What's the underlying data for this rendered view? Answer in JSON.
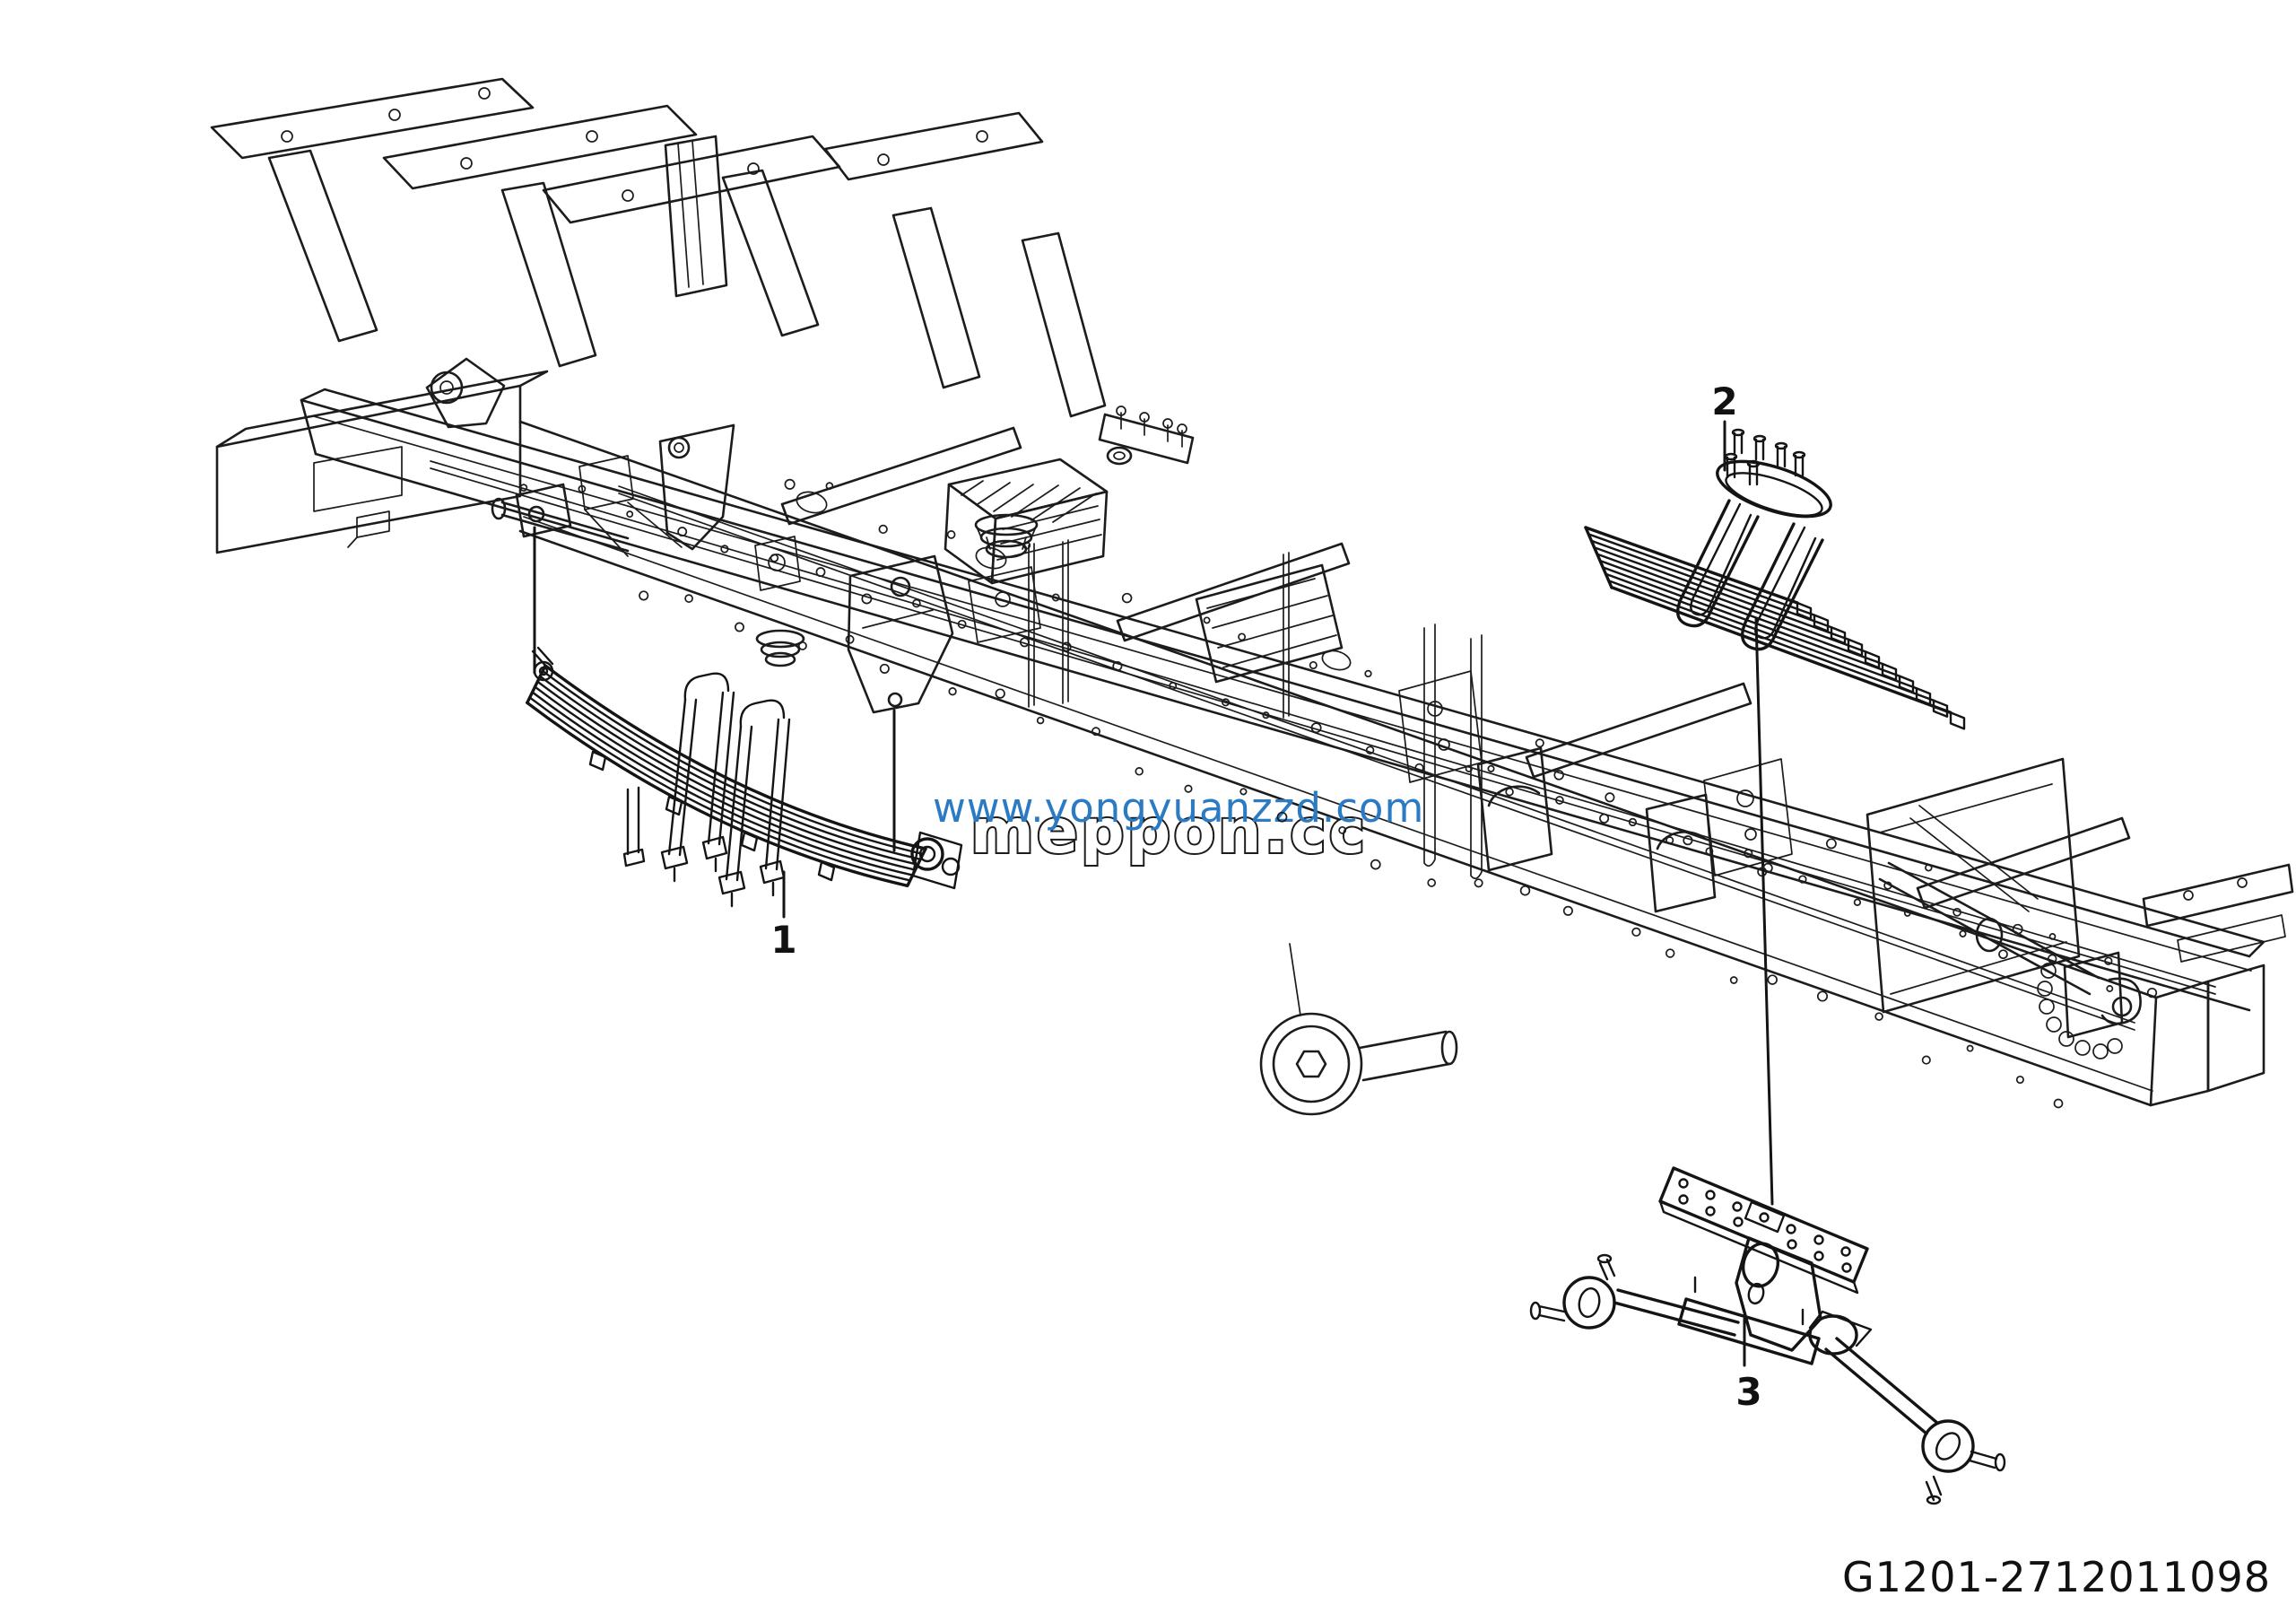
{
  "page": {
    "background": "#ffffff",
    "line_color": "#1c1c1c"
  },
  "watermark": {
    "url_text": "www.yongyuanzzd.com",
    "url_color": "#2b7ac4",
    "brand_text": "meppon.cc",
    "brand_fill": "#ffffff",
    "brand_outline_color": "#1c1c1c"
  },
  "callouts": [
    {
      "label": "1"
    },
    {
      "label": "2"
    },
    {
      "label": "3"
    }
  ],
  "figure_code": "G1201-2712011098"
}
